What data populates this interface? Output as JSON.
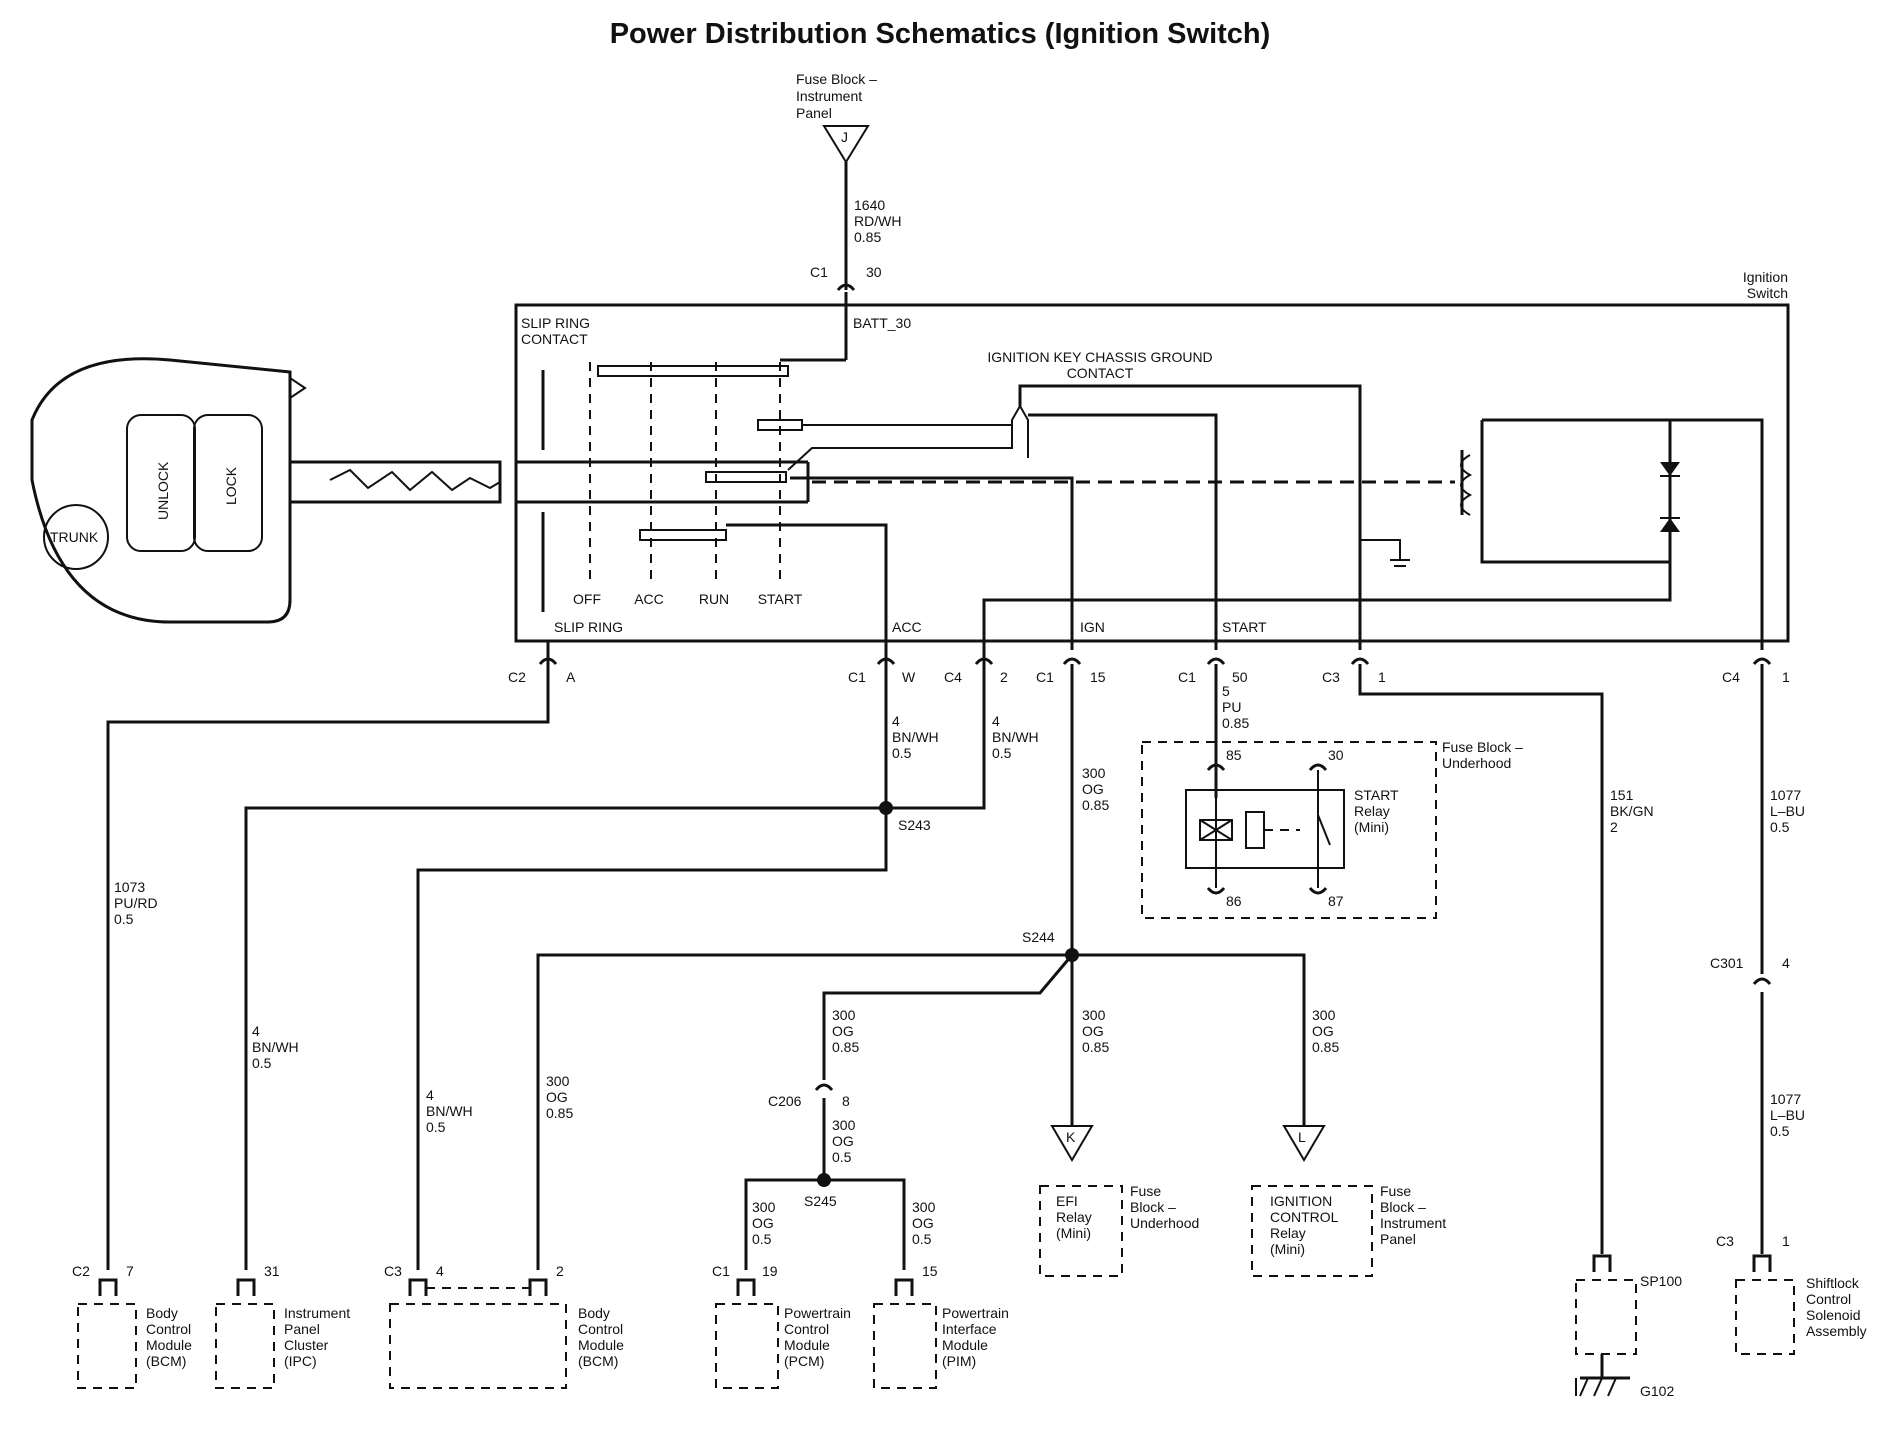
{
  "title": "Power Distribution Schematics (Ignition Switch)",
  "source": {
    "name": "Fuse Block – Instrument Panel",
    "terminal": "J",
    "wire": [
      "1640",
      "RD/WH",
      "0.85"
    ],
    "conn": "C1",
    "pin": "30"
  },
  "switch": {
    "name": "Ignition Switch",
    "batt": "BATT_30",
    "slip_ring_contact": "SLIP RING CONTACT",
    "ground_contact": "IGNITION KEY CHASSIS GROUND CONTACT",
    "positions": [
      "OFF",
      "ACC",
      "RUN",
      "START"
    ],
    "outputs": [
      "SLIP RING",
      "ACC",
      "IGN",
      "START"
    ]
  },
  "key": {
    "buttons": [
      "UNLOCK",
      "LOCK",
      "TRUNK"
    ]
  },
  "pins": [
    {
      "conn": "C2",
      "pin": "A"
    },
    {
      "conn": "C1",
      "pin": "W"
    },
    {
      "conn": "C4",
      "pin": "2"
    },
    {
      "conn": "C1",
      "pin": "15"
    },
    {
      "conn": "C1",
      "pin": "50"
    },
    {
      "conn": "C3",
      "pin": "1"
    },
    {
      "conn": "C4",
      "pin": "1"
    }
  ],
  "wires": {
    "w1073": [
      "1073",
      "PU/RD",
      "0.5"
    ],
    "wacc1": [
      "4",
      "BN/WH",
      "0.5"
    ],
    "wacc2": [
      "4",
      "BN/WH",
      "0.5"
    ],
    "wipc": [
      "4",
      "BN/WH",
      "0.5"
    ],
    "wbcm3": [
      "4",
      "BN/WH",
      "0.5"
    ],
    "wign": [
      "300",
      "OG",
      "0.85"
    ],
    "wign2": [
      "300",
      "OG",
      "0.85"
    ],
    "wign3": [
      "300",
      "OG",
      "0.85"
    ],
    "wign4": [
      "300",
      "OG",
      "0.85"
    ],
    "wign5": [
      "300",
      "OG",
      "0.85"
    ],
    "wc206": [
      "300",
      "OG",
      "0.5"
    ],
    "wpcm": [
      "300",
      "OG",
      "0.5"
    ],
    "wpim": [
      "300",
      "OG",
      "0.5"
    ],
    "wstart": [
      "5",
      "PU",
      "0.85"
    ],
    "w151": [
      "151",
      "BK/GN",
      "2"
    ],
    "w1077a": [
      "1077",
      "L–BU",
      "0.5"
    ],
    "w1077b": [
      "1077",
      "L–BU",
      "0.5"
    ]
  },
  "splices": [
    "S243",
    "S244",
    "S245"
  ],
  "relay": {
    "name": [
      "START",
      "Relay",
      "(Mini)"
    ],
    "block": [
      "Fuse Block –",
      "Underhood"
    ],
    "pins": [
      "85",
      "30",
      "86",
      "87"
    ]
  },
  "inline": {
    "c301": {
      "conn": "C301",
      "pin": "4"
    },
    "c206": {
      "conn": "C206",
      "pin": "8"
    }
  },
  "efi": {
    "name": [
      "EFI",
      "Relay",
      "(Mini)"
    ],
    "block": [
      "Fuse",
      "Block –",
      "Underhood"
    ],
    "terminal": "K"
  },
  "igc": {
    "name": [
      "IGNITION",
      "CONTROL",
      "Relay",
      "(Mini)"
    ],
    "block": [
      "Fuse",
      "Block –",
      "Instrument",
      "Panel"
    ],
    "terminal": "L"
  },
  "components": {
    "bcm1": {
      "conn": "C2",
      "pin": "7",
      "name": [
        "Body",
        "Control",
        "Module",
        "(BCM)"
      ]
    },
    "ipc": {
      "pin": "31",
      "name": [
        "Instrument",
        "Panel",
        "Cluster",
        "(IPC)"
      ]
    },
    "bcm2": {
      "conn": "C3",
      "pins": [
        "4",
        "2"
      ],
      "name": [
        "Body",
        "Control",
        "Module",
        "(BCM)"
      ]
    },
    "pcm": {
      "conn": "C1",
      "pin": "19",
      "name": [
        "Powertrain",
        "Control",
        "Module",
        "(PCM)"
      ]
    },
    "pim": {
      "pin": "15",
      "name": [
        "Powertrain",
        "Interface",
        "Module",
        "(PIM)"
      ]
    },
    "sp100": {
      "name": "SP100",
      "ground": "G102"
    },
    "shift": {
      "conn": "C3",
      "pin": "1",
      "name": [
        "Shiftlock",
        "Control",
        "Solenoid",
        "Assembly"
      ]
    }
  }
}
